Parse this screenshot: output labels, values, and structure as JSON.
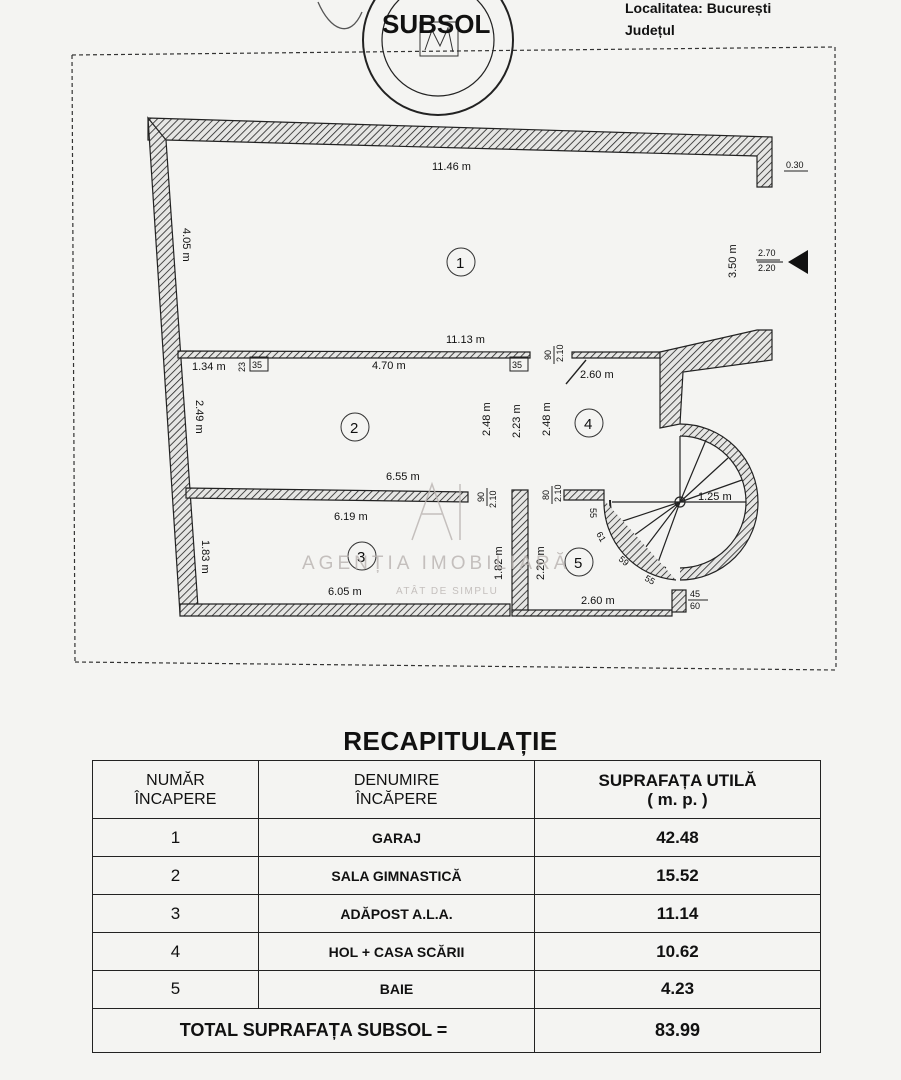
{
  "header": {
    "title": "SUBSOL",
    "locality": "Localitatea: București",
    "county": "Județul"
  },
  "plan": {
    "rooms": [
      "1",
      "2",
      "3",
      "4",
      "5"
    ],
    "dimensions": {
      "top_width": "11.46 m",
      "left_depth": "4.05 m",
      "right_height": "3.50 m",
      "wall_offset": "0.30",
      "level_top": "2.70",
      "level_bottom": "2.20",
      "mid_width": "11.13 m",
      "room2_left": "1.34 m",
      "room2_len": "4.70 m",
      "p23": "23",
      "p35a": "35",
      "p35b": "35",
      "door_top_num": "90",
      "door_top_den": "2.10",
      "hall_width": "2.60 m",
      "room2_height": "2.49 m",
      "hall_h1": "2.48 m",
      "hall_h2": "2.23 m",
      "hall_h3": "2.48 m",
      "room2_bottom": "6.55 m",
      "room3_top": "6.19 m",
      "door_mid_num": "90",
      "door_mid_den": "2.10",
      "door_r_num": "80",
      "door_r_den": "2.10",
      "stair_radius": "1.25 m",
      "room3_height": "1.83 m",
      "room3_right": "1.82 m",
      "room5_height": "2.20 m",
      "room3_bottom": "6.05 m",
      "room5_bottom": "2.60 m",
      "step_55a": "55",
      "step_61": "61",
      "step_59": "59",
      "step_55b": "55",
      "win_num": "45",
      "win_den": "60"
    }
  },
  "watermark": {
    "name": "AGENȚIA IMOBILIARĂ",
    "tagline": "ATÂT DE SIMPLU"
  },
  "recap": {
    "title": "RECAPITULAȚIE",
    "headers": {
      "number": [
        "NUMĂR",
        "ÎNCAPERE"
      ],
      "name": [
        "DENUMIRE",
        "ÎNCĂPERE"
      ],
      "area": [
        "SUPRAFAȚA UTILĂ",
        "( m. p. )"
      ]
    },
    "rows": [
      {
        "number": "1",
        "name": "GARAJ",
        "area": "42.48"
      },
      {
        "number": "2",
        "name": "SALA GIMNASTICĂ",
        "area": "15.52"
      },
      {
        "number": "3",
        "name": "ADĂPOST A.L.A.",
        "area": "11.14"
      },
      {
        "number": "4",
        "name": "HOL + CASA SCĂRII",
        "area": "10.62"
      },
      {
        "number": "5",
        "name": "BAIE",
        "area": "4.23"
      }
    ],
    "total_label": "TOTAL SUPRAFAȚA  SUBSOL =",
    "total_value": "83.99"
  }
}
